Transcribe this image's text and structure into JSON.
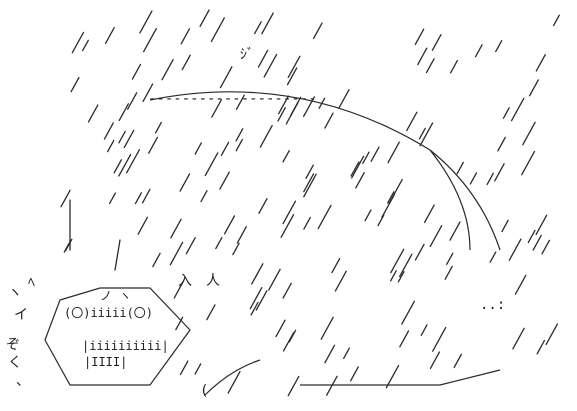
{
  "image": {
    "kind": "ascii-art",
    "background_color": "#ffffff",
    "ink_color": "#202020"
  },
  "text_fragments": {
    "top_squiggle": "ｼﾞ",
    "face_eyes": "(〇)iiiii(〇)",
    "face_brows": "ノ ヽ",
    "face_mouth": "|iiiiiiiiii|",
    "face_chin": "|ΙΙΙΙ|",
    "left_a": "ﾍ",
    "left_b": "イ",
    "left_c": "ヽ",
    "left_sound": "ぞ",
    "left_sound2": "く",
    "left_sound3": "、",
    "bubble_a": "人",
    "bubble_b": "入",
    "curl": "(",
    "dots": "..:"
  }
}
